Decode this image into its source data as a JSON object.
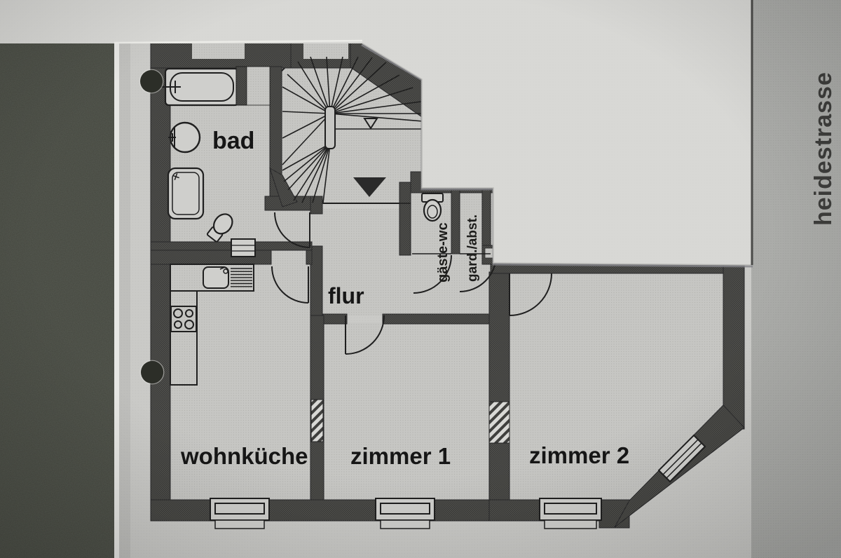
{
  "street_sign": {
    "label": "heidestrasse"
  },
  "floor_plan": {
    "room_labels": [
      {
        "id": "bad",
        "label": "bad"
      },
      {
        "id": "flur",
        "label": "flur"
      },
      {
        "id": "wohnkueche",
        "label": "wohnküche"
      },
      {
        "id": "zimmer-1",
        "label": "zimmer 1"
      },
      {
        "id": "zimmer-2",
        "label": "zimmer 2"
      },
      {
        "id": "gaeste-wc",
        "label": "gäste-wc"
      },
      {
        "id": "gard-abst",
        "label": "gard./abst."
      }
    ],
    "fixture_icons": [
      "bathtub-icon",
      "washbasin-icon",
      "shower-tray-icon",
      "toilet-icon",
      "guest-toilet-icon",
      "kitchen-sink-icon",
      "stove-icon",
      "radiator-icon",
      "spiral-staircase-icon",
      "stair-direction-arrow-icon",
      "window-icon",
      "door-swing-icon",
      "hole-punch-icon"
    ],
    "colors": {
      "wall_fill": "#4e4e4c",
      "room_fill": "#c6c6c3",
      "plan_paper": "#cacac7",
      "overlay_paper": "#d8d8d5",
      "side_paper": "#abaca9",
      "background": "#3a3c34",
      "ink": "#1a1a1a"
    }
  }
}
